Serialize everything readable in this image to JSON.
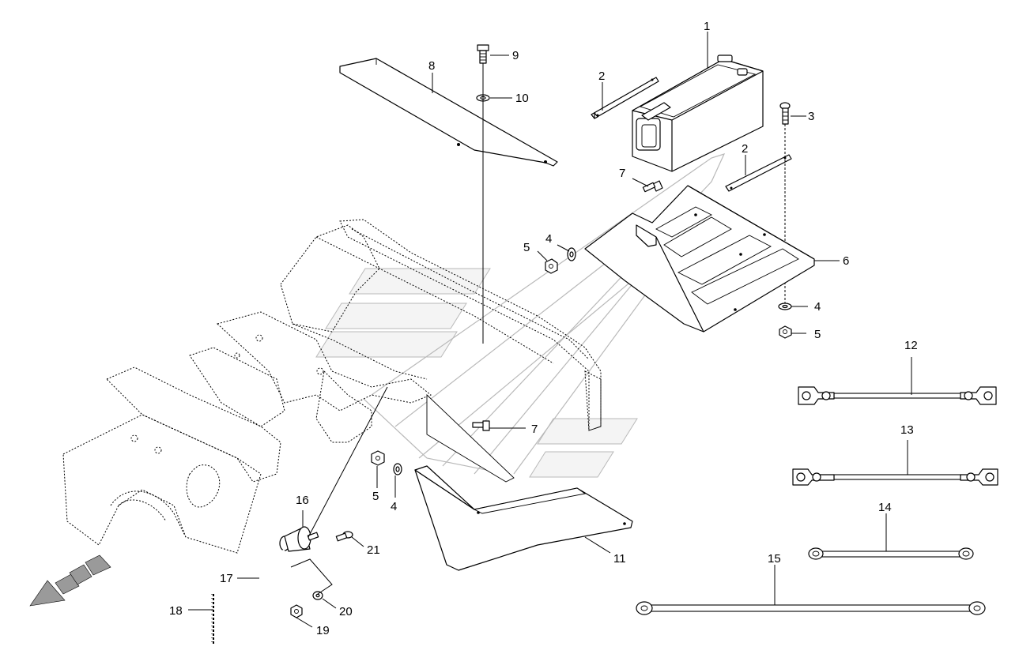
{
  "diagram": {
    "callouts": [
      {
        "id": "c1",
        "text": "1"
      },
      {
        "id": "c2a",
        "text": "2"
      },
      {
        "id": "c2b",
        "text": "2"
      },
      {
        "id": "c3",
        "text": "3"
      },
      {
        "id": "c4a",
        "text": "4"
      },
      {
        "id": "c4b",
        "text": "4"
      },
      {
        "id": "c4c",
        "text": "4"
      },
      {
        "id": "c5a",
        "text": "5"
      },
      {
        "id": "c5b",
        "text": "5"
      },
      {
        "id": "c5c",
        "text": "5"
      },
      {
        "id": "c6",
        "text": "6"
      },
      {
        "id": "c7a",
        "text": "7"
      },
      {
        "id": "c7b",
        "text": "7"
      },
      {
        "id": "c8",
        "text": "8"
      },
      {
        "id": "c9",
        "text": "9"
      },
      {
        "id": "c10",
        "text": "10"
      },
      {
        "id": "c11",
        "text": "11"
      },
      {
        "id": "c12",
        "text": "12"
      },
      {
        "id": "c13",
        "text": "13"
      },
      {
        "id": "c14",
        "text": "14"
      },
      {
        "id": "c15",
        "text": "15"
      },
      {
        "id": "c16",
        "text": "16"
      },
      {
        "id": "c17",
        "text": "17"
      },
      {
        "id": "c18",
        "text": "18"
      },
      {
        "id": "c19",
        "text": "19"
      },
      {
        "id": "c20",
        "text": "20"
      },
      {
        "id": "c21",
        "text": "21"
      }
    ]
  }
}
